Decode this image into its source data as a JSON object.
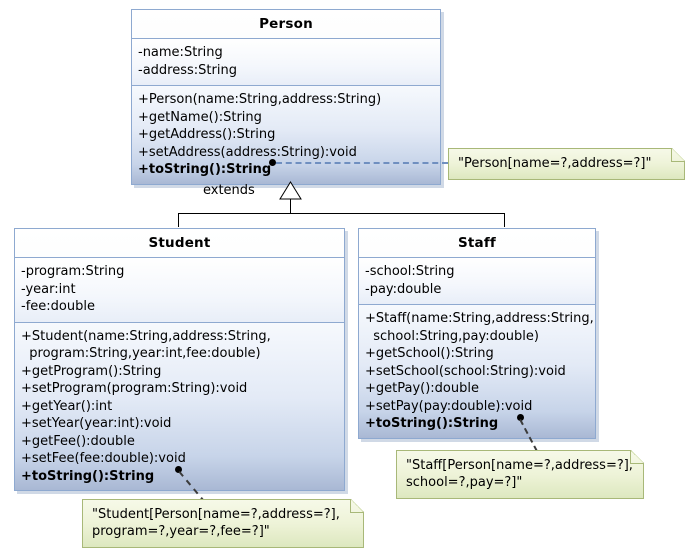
{
  "diagram": {
    "title": "UML class diagram: Person, Student, Staff inheritance",
    "relationship_label": "extends",
    "colors": {
      "class_border": "#8ea9d0",
      "class_gradient_bottom": "#a9b8d4",
      "note_border": "#a8b878",
      "note_fill": "#eef3d8",
      "dashed_note_link": "#6f8fc0"
    }
  },
  "classes": {
    "person": {
      "name": "Person",
      "attributes": [
        "-name:String",
        "-address:String"
      ],
      "methods": [
        "+Person(name:String,address:String)",
        "+getName():String",
        "+getAddress():String",
        "+setAddress(address:String):void",
        "+toString():String"
      ],
      "abstract_method": "+toString():String"
    },
    "student": {
      "name": "Student",
      "attributes": [
        "-program:String",
        "-year:int",
        "-fee:double"
      ],
      "methods": [
        "+Student(name:String,address:String,",
        "  program:String,year:int,fee:double)",
        "+getProgram():String",
        "+setProgram(program:String):void",
        "+getYear():int",
        "+setYear(year:int):void",
        "+getFee():double",
        "+setFee(fee:double):void",
        "+toString():String"
      ],
      "abstract_method": "+toString():String"
    },
    "staff": {
      "name": "Staff",
      "attributes": [
        "-school:String",
        "-pay:double"
      ],
      "methods": [
        "+Staff(name:String,address:String,",
        "  school:String,pay:double)",
        "+getSchool():String",
        "+setSchool(school:String):void",
        "+getPay():double",
        "+setPay(pay:double):void",
        "+toString():String"
      ],
      "abstract_method": "+toString():String"
    }
  },
  "notes": {
    "person_note": {
      "lines": [
        "\"Person[name=?,address=?]\""
      ]
    },
    "student_note": {
      "lines": [
        "\"Student[Person[name=?,address=?],",
        "program=?,year=?,fee=?]\""
      ]
    },
    "staff_note": {
      "lines": [
        "\"Staff[Person[name=?,address=?],",
        "school=?,pay=?]\""
      ]
    }
  }
}
